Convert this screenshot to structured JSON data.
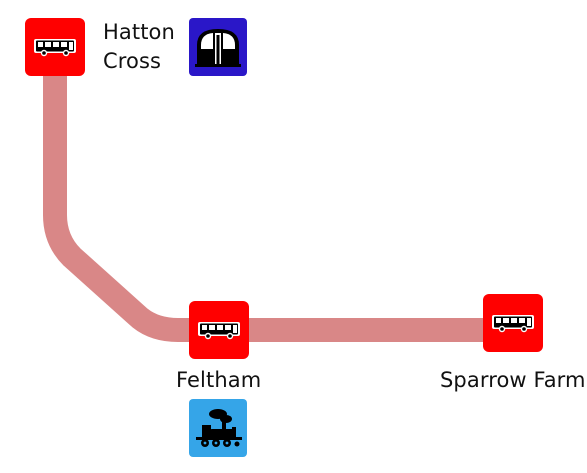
{
  "route_color": "#d98787",
  "stop_color": "#ff0000",
  "stops": [
    {
      "id": "hatton-cross",
      "name_line1": "Hatton",
      "name_line2": "Cross",
      "icon": "bus-icon",
      "interchange": {
        "mode": "underground",
        "icon": "underground-train-icon",
        "color": "#2a17c8"
      }
    },
    {
      "id": "feltham",
      "name": "Feltham",
      "icon": "bus-icon",
      "interchange": {
        "mode": "rail",
        "icon": "steam-train-icon",
        "color": "#35a5e8"
      }
    },
    {
      "id": "sparrow-farm",
      "name": "Sparrow Farm",
      "icon": "bus-icon"
    }
  ]
}
